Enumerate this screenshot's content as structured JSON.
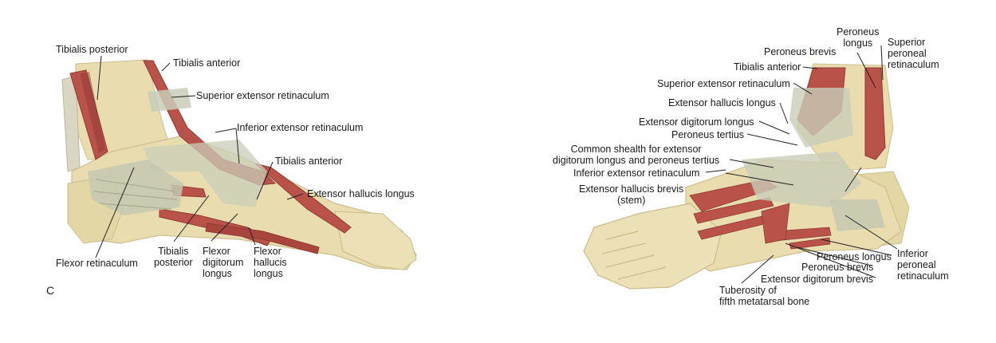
{
  "colors": {
    "bone": "#e9ddb0",
    "bone_dark": "#cdbf8d",
    "muscle": "#b9534a",
    "muscle_dark": "#8f3a33",
    "retinaculum": "#c9cdb8",
    "leader": "#222222"
  },
  "left_figure": {
    "panel_letter": "C",
    "labels": {
      "tibialis_posterior_top": "Tibialis posterior",
      "tibialis_anterior_top": "Tibialis anterior",
      "superior_extensor_retinaculum": "Superior extensor retinaculum",
      "inferior_extensor_retinaculum": "Inferior extensor retinaculum",
      "tibialis_anterior_mid": "Tibialis anterior",
      "extensor_hallucis_longus": "Extensor hallucis longus",
      "flexor_retinaculum": "Flexor retinaculum",
      "tibialis_posterior_bottom": "Tibialis\nposterior",
      "flexor_digitorum_longus": "Flexor\ndigitorum\nlongus",
      "flexor_hallucis_longus": "Flexor\nhallucis\nlongus"
    }
  },
  "right_figure": {
    "labels": {
      "peroneus_longus_top": "Peroneus\nlongus",
      "superior_peroneal_retinaculum": "Superior\nperoneal\nretinaculum",
      "peroneus_brevis_top": "Peroneus brevis",
      "tibialis_anterior": "Tibialis anterior",
      "superior_extensor_retinaculum": "Superior extensor retinaculum",
      "extensor_hallucis_longus": "Extensor hallucis longus",
      "extensor_digitorum_longus": "Extensor digitorum longus",
      "peroneus_tertius": "Peroneus tertius",
      "common_sheath": "Common shealth for extensor\ndigitorum longus and peroneus tertius",
      "inferior_extensor_retinaculum": "Inferior extensor retinaculum",
      "extensor_hallucis_brevis": "Extensor hallucis brevis\n(stem)",
      "peroneus_longus_bottom": "Peroneus longus",
      "inferior_peroneal_retinaculum": "Inferior\nperoneal\nretinaculum",
      "peroneus_brevis_bottom": "Peroneus brevis",
      "extensor_digitorum_brevis": "Extensor digitorum brevis",
      "tuberosity": "Tuberosity of\nfifth metatarsal bone"
    }
  }
}
